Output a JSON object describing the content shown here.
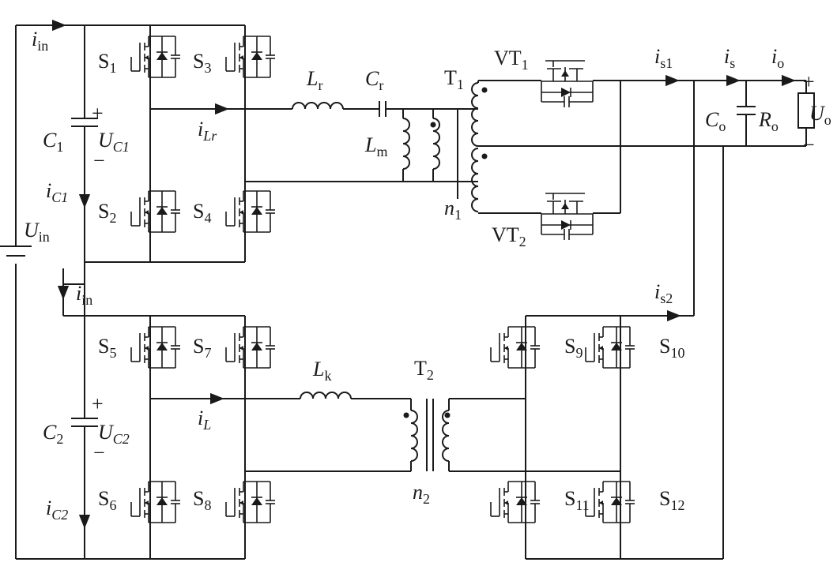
{
  "labels": {
    "S1": {
      "main": "S",
      "sub": "1"
    },
    "S2": {
      "main": "S",
      "sub": "2"
    },
    "S3": {
      "main": "S",
      "sub": "3"
    },
    "S4": {
      "main": "S",
      "sub": "4"
    },
    "S5": {
      "main": "S",
      "sub": "5"
    },
    "S6": {
      "main": "S",
      "sub": "6"
    },
    "S7": {
      "main": "S",
      "sub": "7"
    },
    "S8": {
      "main": "S",
      "sub": "8"
    },
    "S9": {
      "main": "S",
      "sub": "9"
    },
    "S10": {
      "main": "S",
      "sub": "10"
    },
    "S11": {
      "main": "S",
      "sub": "11"
    },
    "S12": {
      "main": "S",
      "sub": "12"
    },
    "VT1": {
      "main": "VT",
      "sub": "1"
    },
    "VT2": {
      "main": "VT",
      "sub": "2"
    },
    "T1": {
      "main": "T",
      "sub": "1"
    },
    "T2": {
      "main": "T",
      "sub": "2"
    },
    "n1": {
      "main": "n",
      "sub": "1"
    },
    "n2": {
      "main": "n",
      "sub": "2"
    },
    "Lr": {
      "main": "L",
      "sub": "r"
    },
    "Cr": {
      "main": "C",
      "sub": "r"
    },
    "Lm": {
      "main": "L",
      "sub": "m"
    },
    "Lk": {
      "main": "L",
      "sub": "k"
    },
    "C1": {
      "main": "C",
      "sub": "1"
    },
    "C2": {
      "main": "C",
      "sub": "2"
    },
    "UC1": {
      "main": "U",
      "sub": "C1"
    },
    "UC2": {
      "main": "U",
      "sub": "C2"
    },
    "Uin": {
      "main": "U",
      "sub": "in"
    },
    "Co": {
      "main": "C",
      "sub": "o"
    },
    "Ro": {
      "main": "R",
      "sub": "o"
    },
    "Uo": {
      "main": "U",
      "sub": "o"
    },
    "iin_top": {
      "main": "i",
      "sub": "in"
    },
    "iin_mid": {
      "main": "i",
      "sub": "in"
    },
    "iC1": {
      "main": "i",
      "sub": "C1"
    },
    "iC2": {
      "main": "i",
      "sub": "C2"
    },
    "iLr": {
      "main": "i",
      "sub": "Lr"
    },
    "iL": {
      "main": "i",
      "sub": "L"
    },
    "is1": {
      "main": "i",
      "sub": "s1"
    },
    "is2": {
      "main": "i",
      "sub": "s2"
    },
    "is": {
      "main": "i",
      "sub": "s"
    },
    "io": {
      "main": "i",
      "sub": "o"
    }
  },
  "signs": {
    "plus_c1": "+",
    "minus_c1": "−",
    "plus_c2": "+",
    "minus_c2": "−",
    "plus_out": "+",
    "minus_out": "−"
  }
}
